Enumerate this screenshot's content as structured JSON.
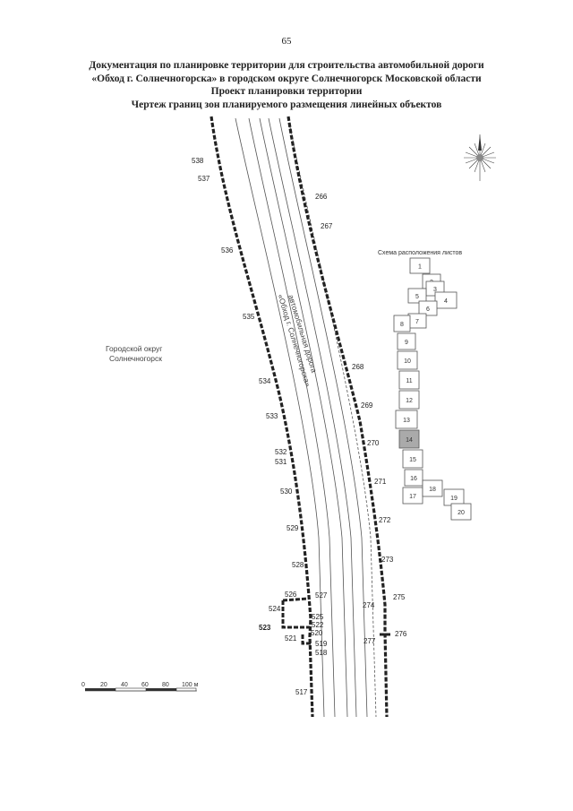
{
  "page_number": "65",
  "title_lines": [
    "Документация по планировке территории для строительства автомобильной дороги",
    "«Обход г. Солнечногорска» в городском округе Солнечногорск Московской области",
    "Проект планировки территории",
    "Чертеж границ зон планируемого размещения линейных объектов"
  ],
  "district_label": [
    "Городской округ",
    "Солнечногорск"
  ],
  "road_label": [
    "автомобильная дорога",
    "«Обход г. Солнечногорска»"
  ],
  "scale_bar": {
    "ticks": [
      "0",
      "20",
      "40",
      "60",
      "80",
      "100 м"
    ]
  },
  "sheet_scheme": {
    "title": "Схема расположения листов",
    "sheets": [
      "1",
      "2",
      "3",
      "4",
      "5",
      "6",
      "7",
      "8",
      "9",
      "10",
      "11",
      "12",
      "13",
      "14",
      "15",
      "16",
      "17",
      "18",
      "19",
      "20"
    ],
    "current_sheet": "14"
  },
  "boundary_points": {
    "left": [
      "538",
      "537",
      "536",
      "535",
      "534",
      "533",
      "532",
      "531",
      "530",
      "529",
      "528",
      "526",
      "527",
      "524",
      "525",
      "522",
      "523",
      "520",
      "521",
      "519",
      "518",
      "517"
    ],
    "right": [
      "266",
      "267",
      "268",
      "269",
      "270",
      "271",
      "272",
      "273",
      "274",
      "275",
      "276",
      "277"
    ]
  },
  "compass": "north-arrow"
}
